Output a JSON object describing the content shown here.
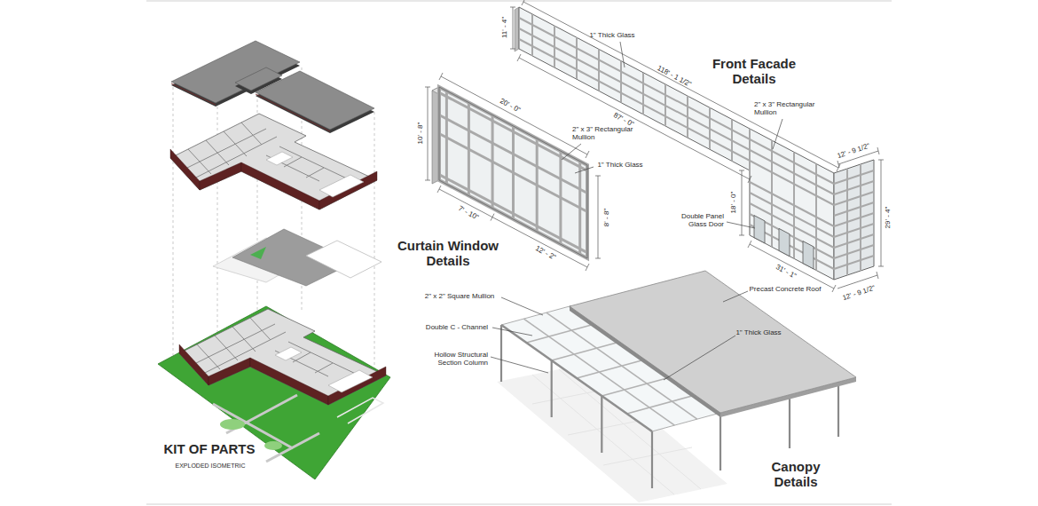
{
  "diagram": {
    "labels": [
      "KIT OF PARTS",
      "EXPLODED ISOMETRIC",
      "Curtain Window Details",
      "Front Facade Details",
      "Canopy Details",
      "11' - 4\"",
      "1\" Thick Glass",
      "118' - 1 1/2\"",
      "87' - 0\"",
      "2\" x 3\" Rectangular Mullion",
      "12' - 9 1/2\"",
      "29' - 4\"",
      "18' - 0\"",
      "Double Panel Glass Door",
      "31' - 1\"",
      "12' - 9 1/2\"",
      "20' - 0\"",
      "10' - 8\"",
      "2\" x 3\" Rectangular Mullion",
      "1\" Thick Glass",
      "7' - 10\"",
      "12' - 2\"",
      "8' - 8\"",
      "2\" x 2\" Square Mullion",
      "Double C - Channel",
      "Hollow Structural Section Column",
      "Precast Concrete Roof",
      "1\" Thick Glass"
    ]
  }
}
